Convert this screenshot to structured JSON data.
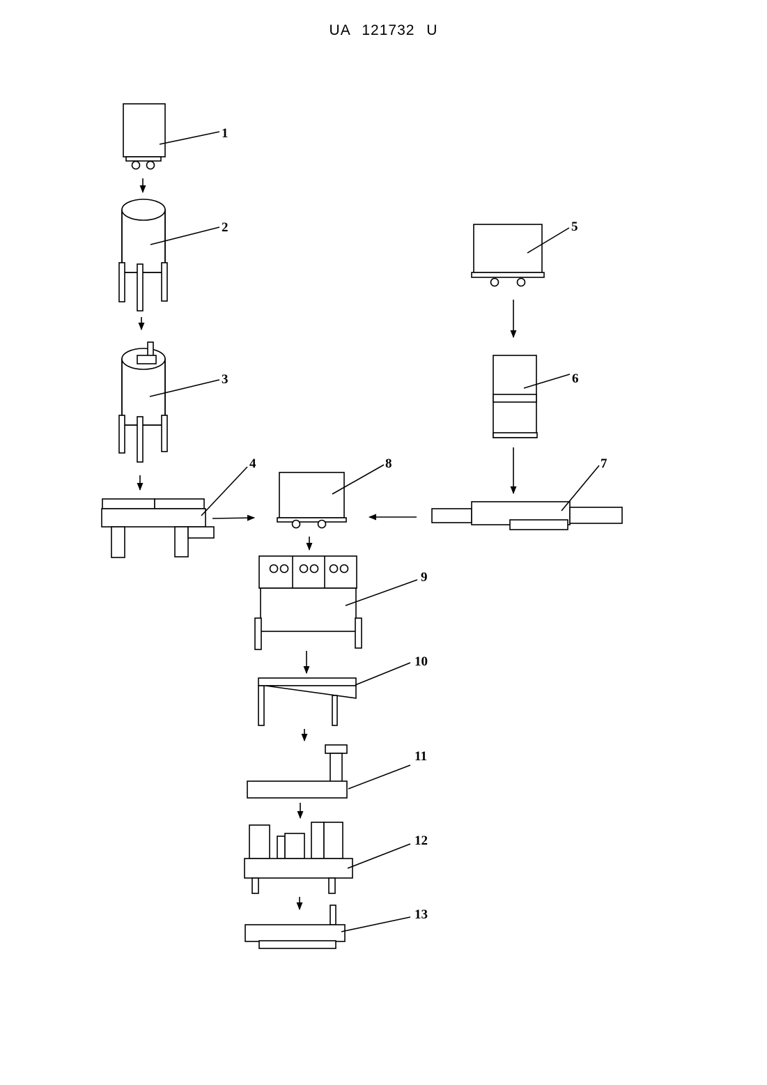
{
  "header": {
    "text": "UA   121732   U"
  },
  "diagram": {
    "labels": [
      "1",
      "2",
      "3",
      "4",
      "5",
      "6",
      "7",
      "8",
      "9",
      "10",
      "11",
      "12",
      "13"
    ]
  }
}
